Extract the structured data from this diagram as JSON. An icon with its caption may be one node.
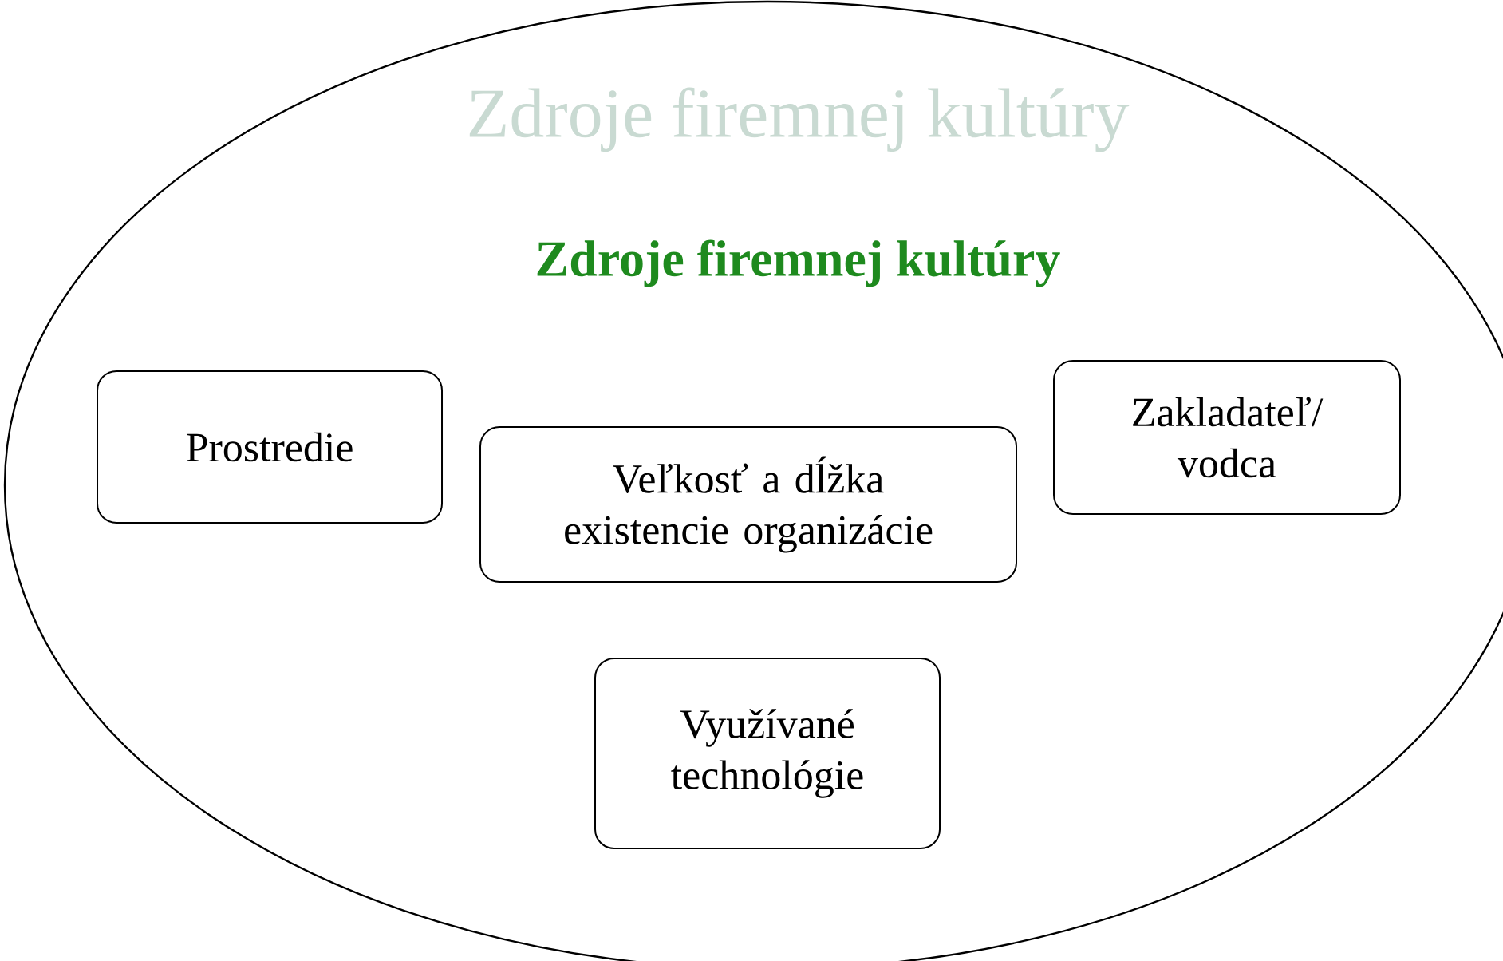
{
  "diagram": {
    "nodes": [
      {
        "text": [
          "Zdroje firemnej kultúry",
          "Zdroje firemnej kultúry"
        ]
      },
      {
        "text": [
          "Prostredie"
        ],
        "in": 0
      },
      {
        "text": [
          "Veľkosť a dĺžka existencie organizácie"
        ],
        "in": 0
      },
      {
        "text": [
          "Zakladateľ/ vodca"
        ],
        "in": 0
      },
      {
        "text": [
          "Využívané technológie"
        ],
        "in": 0
      }
    ]
  }
}
